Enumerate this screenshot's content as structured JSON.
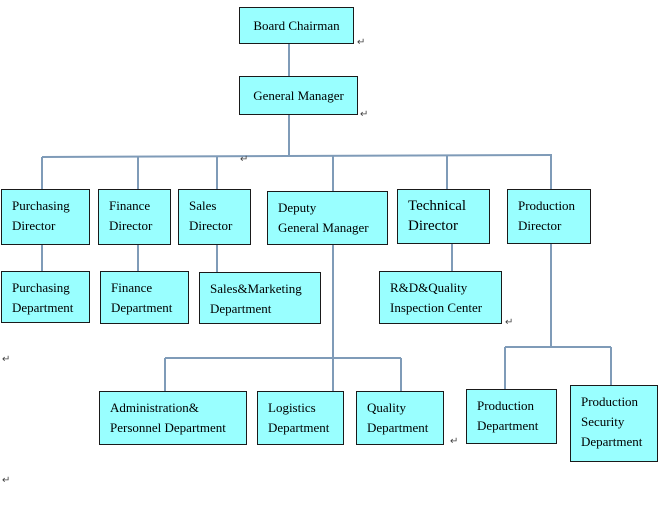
{
  "org_chart": {
    "board_chairman": "Board Chairman",
    "general_manager": "General Manager",
    "purchasing_director": "Purchasing\nDirector",
    "finance_director": "Finance\nDirector",
    "sales_director": "Sales\nDirector",
    "deputy_general_manager": "Deputy\nGeneral Manager",
    "technical_director": "Technical\nDirector",
    "production_director": "Production\nDirector",
    "purchasing_department": "Purchasing\nDepartment",
    "finance_department": "Finance\nDepartment",
    "sales_marketing_department": "Sales&Marketing\nDepartment",
    "rd_quality_center": "R&D&Quality\nInspection Center",
    "administration_personnel_department": "Administration&\nPersonnel Department",
    "logistics_department": "Logistics\nDepartment",
    "quality_department": "Quality\nDepartment",
    "production_department": "Production\nDepartment",
    "production_security_department": "Production\nSecurity\nDepartment"
  },
  "colors": {
    "box_fill": "#99ffff",
    "box_border": "#1a1a1a",
    "connector": "#7f9bb8"
  },
  "paragraph_mark": "↵"
}
